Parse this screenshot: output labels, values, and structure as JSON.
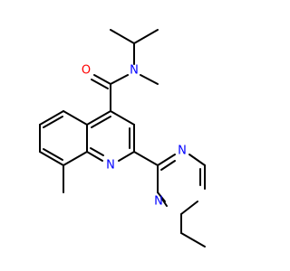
{
  "molecule": {
    "atoms": [
      {
        "id": "O1",
        "label": "O",
        "color": "#ff0000"
      },
      {
        "id": "N_amide",
        "label": "N",
        "color": "#0000ff"
      },
      {
        "id": "N_quin",
        "label": "N",
        "color": "#0000ff"
      },
      {
        "id": "N_pyr1",
        "label": "N",
        "color": "#0000ff"
      },
      {
        "id": "N_pyr2",
        "label": "N",
        "color": "#0000ff"
      }
    ],
    "bond_color": "#000000"
  }
}
